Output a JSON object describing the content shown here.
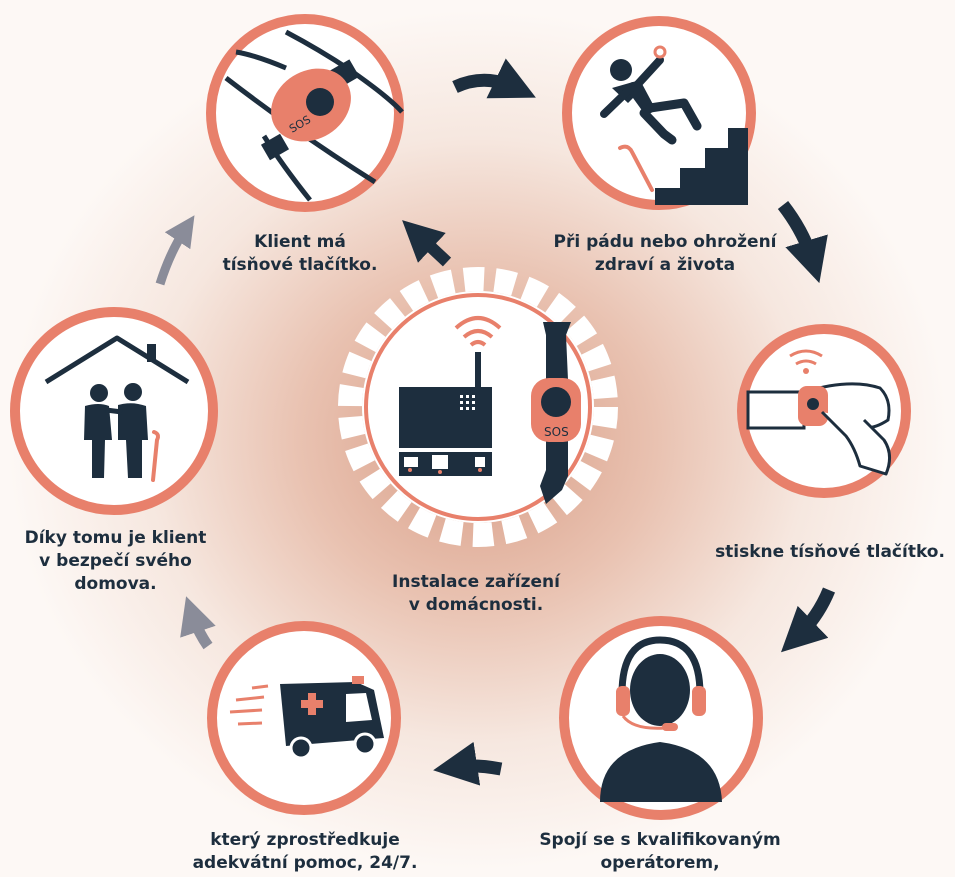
{
  "steps": [
    {
      "icon": "wrist-sos-button-icon",
      "lines": [
        "Klient má",
        "tísňové tlačítko."
      ]
    },
    {
      "icon": "person-falling-on-stairs-icon",
      "lines": [
        "Při pádu nebo ohrožení",
        "zdraví a života"
      ]
    },
    {
      "icon": "hand-pressing-sos-button-icon",
      "lines": [
        "stiskne tísňové tlačítko."
      ]
    },
    {
      "icon": "operator-headset-icon",
      "lines": [
        "Spojí se s kvalifikovaným",
        "operátorem,"
      ]
    },
    {
      "icon": "ambulance-icon",
      "lines": [
        "který zprostředkuje",
        "adekvátní pomoc, 24/7."
      ]
    },
    {
      "icon": "elderly-couple-home-icon",
      "lines": [
        "Díky tomu je klient",
        "v bezpečí svého",
        "domova."
      ]
    }
  ],
  "center": {
    "icon": "base-station-and-sos-bracelet-icon",
    "lines": [
      "Instalace zařízení",
      "v domácnosti."
    ]
  },
  "sos_text": "SOS",
  "colors": {
    "accent": "#e8806b",
    "dark": "#1d2e3e",
    "arrow_light": "#8a8c99",
    "background": "#fdf8f5",
    "bg_glow": "#d89d86"
  }
}
